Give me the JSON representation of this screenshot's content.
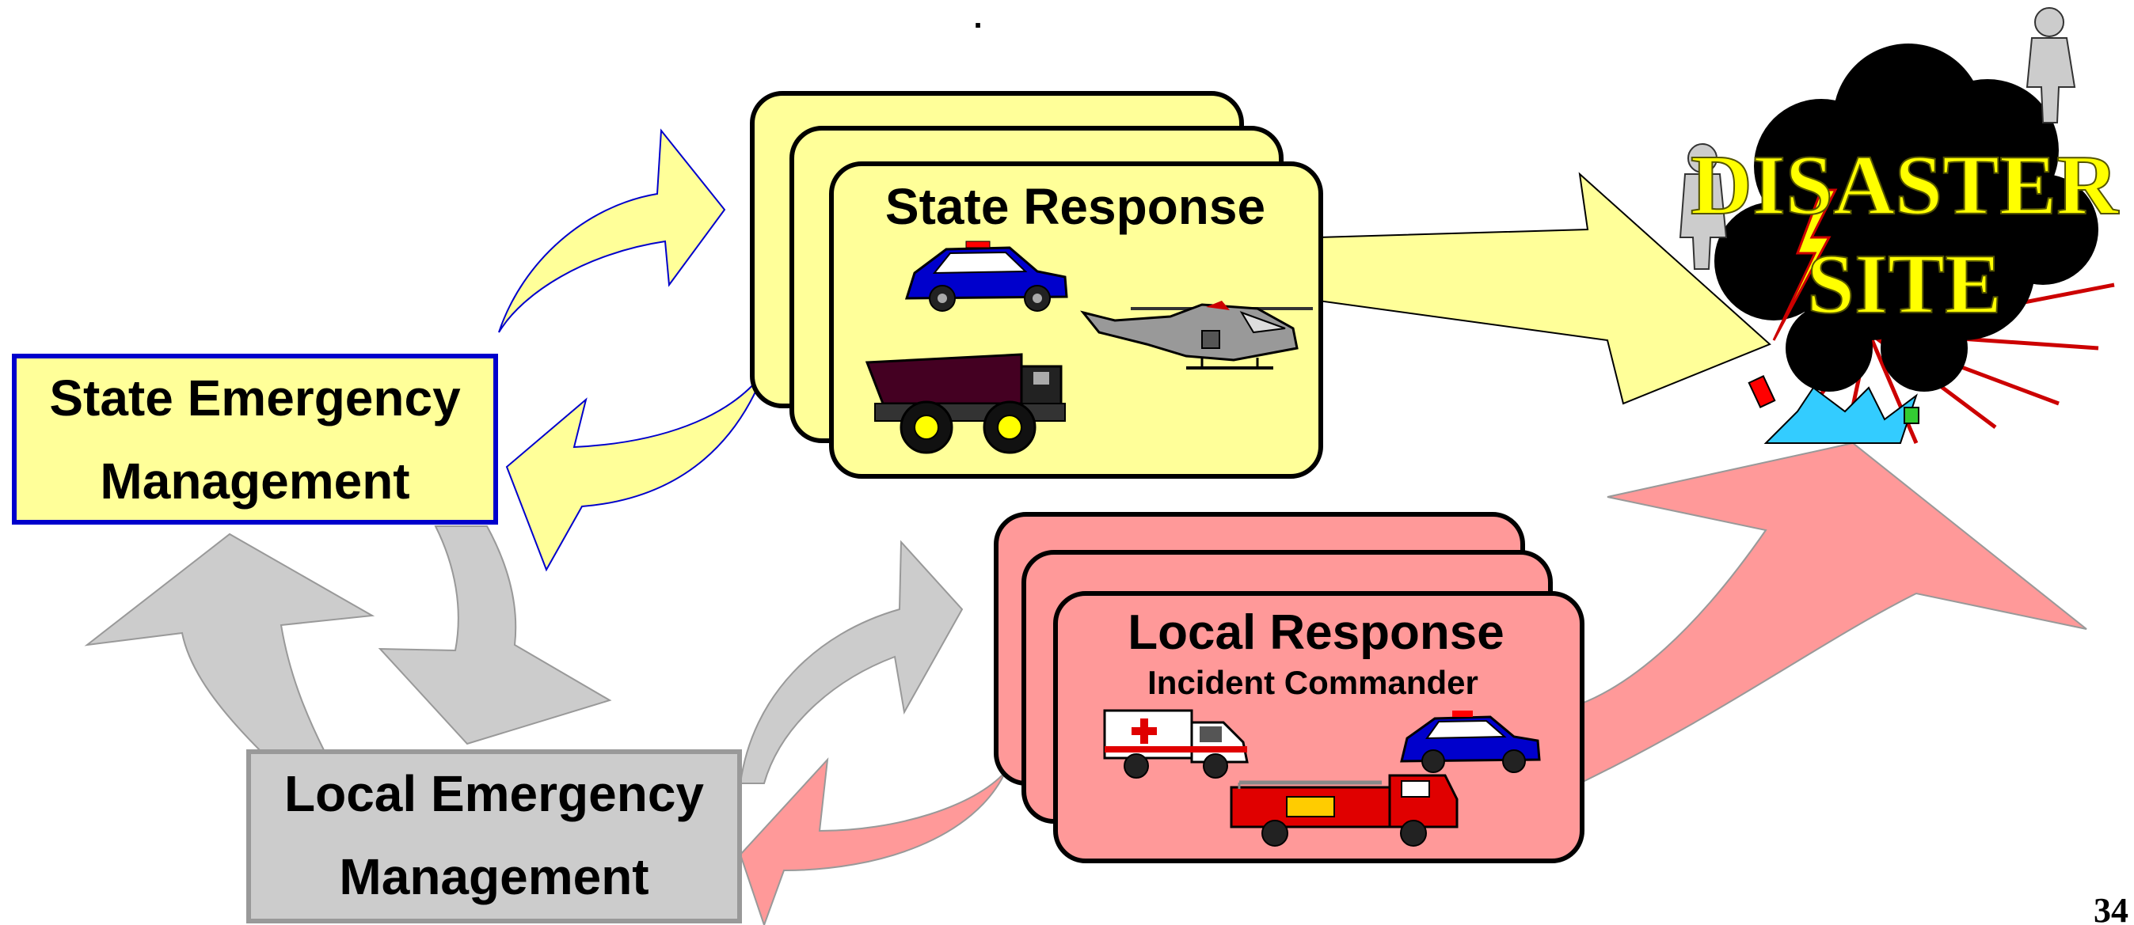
{
  "top_mark": ".",
  "state_em": {
    "line1": "State Emergency",
    "line2": "Management"
  },
  "local_em": {
    "line1": "Local Emergency",
    "line2": "Management"
  },
  "state_response": {
    "title": "State Response"
  },
  "local_response": {
    "title": "Local Response",
    "subtitle": "Incident Commander"
  },
  "disaster": {
    "line1": "DISASTER",
    "line2": "SITE"
  },
  "page_number": "34",
  "colors": {
    "state_fill": "#ffff99",
    "state_border": "#0000cc",
    "local_fill": "#ff9999",
    "gray_fill": "#cccccc",
    "gray_border": "#999999",
    "disaster_text": "#ffff00",
    "police_blue": "#0000cc",
    "fire_red": "#e00000"
  },
  "icons": [
    "police-car-icon",
    "helicopter-icon",
    "dump-truck-icon",
    "ambulance-icon",
    "fire-truck-icon",
    "disaster-cloud-icon",
    "hazmat-worker-icon",
    "lightning-bolt-icon"
  ]
}
